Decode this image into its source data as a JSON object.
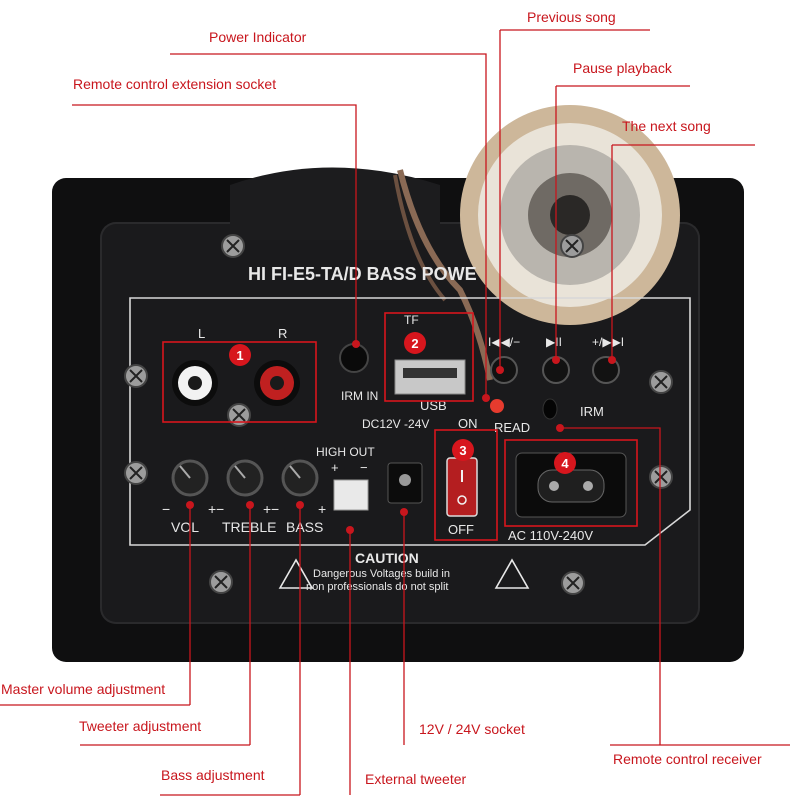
{
  "callouts": {
    "previous_song": "Previous song",
    "power_indicator": "Power Indicator",
    "pause_playback": "Pause playback",
    "remote_extension": "Remote control extension socket",
    "next_song": "The next song",
    "master_volume": "Master volume adjustment",
    "tweeter_adjustment": "Tweeter adjustment",
    "socket_12v_24v": "12V / 24V socket",
    "remote_receiver": "Remote control receiver",
    "bass_adjustment": "Bass adjustment",
    "external_tweeter": "External tweeter"
  },
  "panel_labels": {
    "model": "HI FI-E5-TA/D BASS POWE",
    "left": "L",
    "right": "R",
    "tf": "TF",
    "irm_in": "IRM IN",
    "usb": "USB",
    "on": "ON",
    "read": "READ",
    "irm": "IRM",
    "prev_btn": "I◀◀/−",
    "play_btn": "▶II",
    "next_btn": "+/▶▶I",
    "dc": "DC12V -24V",
    "high_out": "HIGH OUT",
    "off": "OFF",
    "ac": "AC 110V-240V",
    "vol": "VOL",
    "treble": "TREBLE",
    "bass": "BASS",
    "caution_title": "CAUTION",
    "caution_line1": "Dangerous Voltages build in",
    "caution_line2": "non professionals do not split",
    "minus": "−",
    "plus": "+"
  },
  "markers": [
    "1",
    "2",
    "3",
    "4"
  ],
  "colors": {
    "callout": "#c8161d",
    "marker": "#d7161d",
    "panel": "#1a1a1c"
  }
}
